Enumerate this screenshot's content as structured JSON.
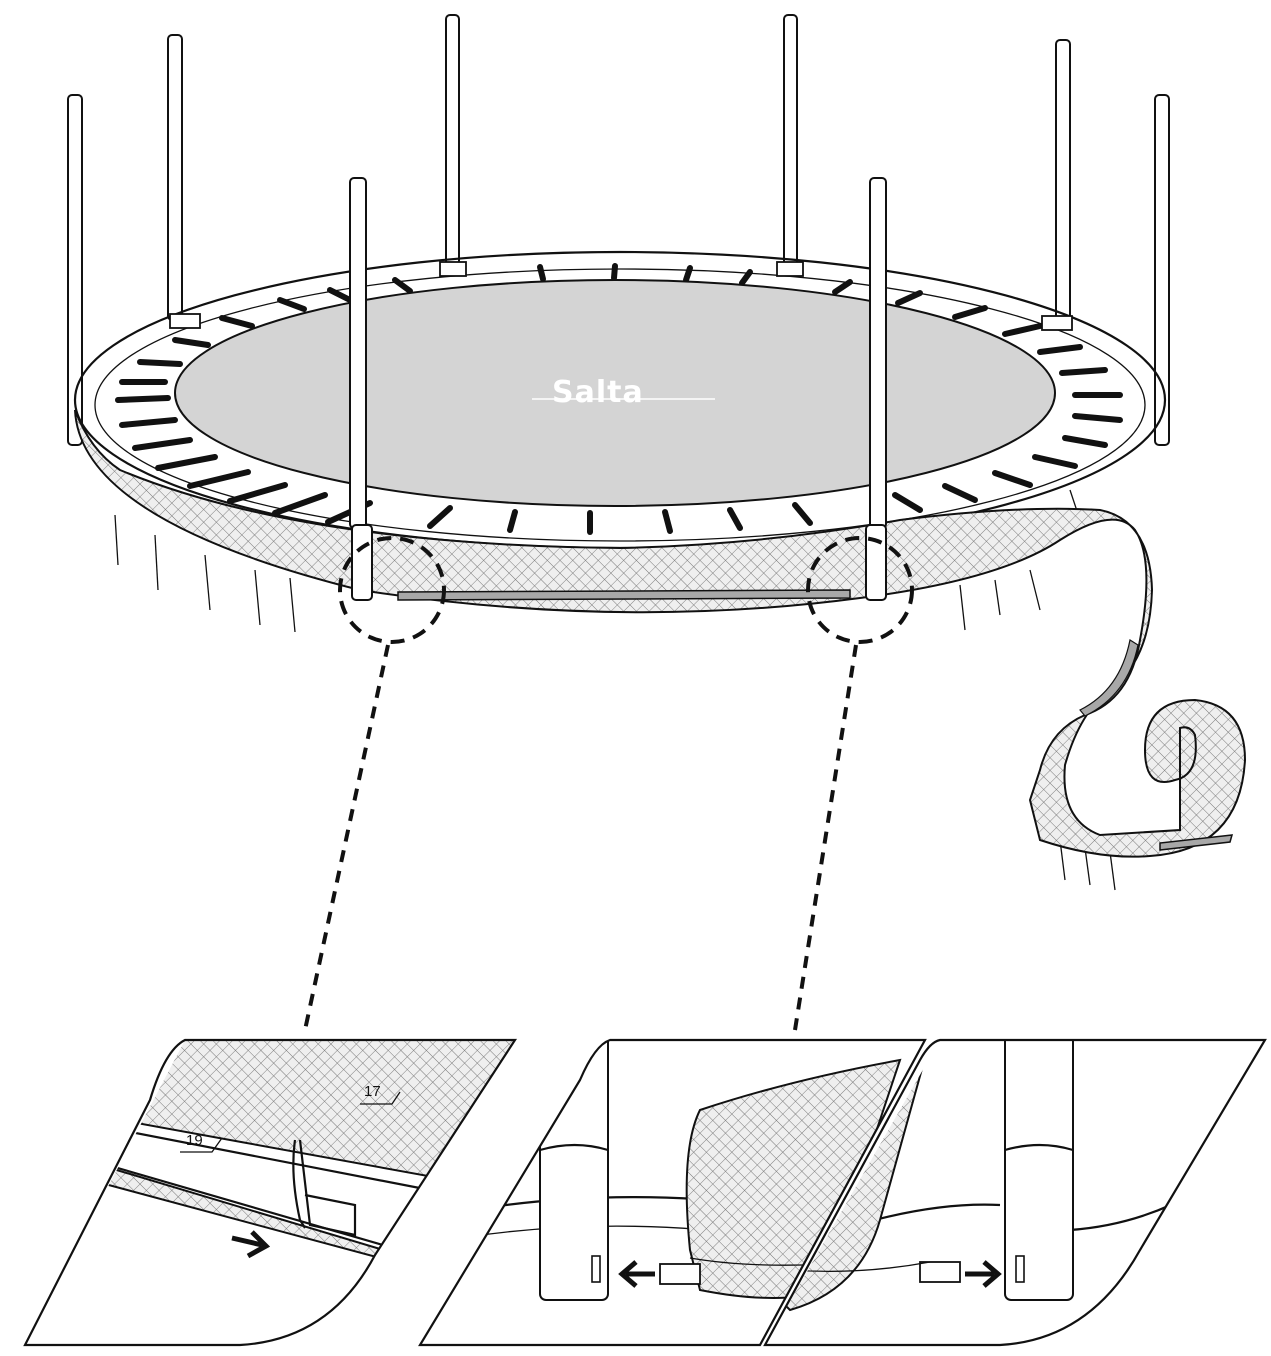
{
  "logo": {
    "text": "Salta"
  },
  "part_labels": [
    {
      "id": "net",
      "text": "17"
    },
    {
      "id": "rod",
      "text": "19"
    }
  ],
  "colors": {
    "line": "#111111",
    "mat": "#d4d4d4",
    "bottom_band": "#a8a8a8",
    "background": "#ffffff"
  },
  "icons": [
    "arrow-right-icon",
    "arrow-left-icon"
  ]
}
